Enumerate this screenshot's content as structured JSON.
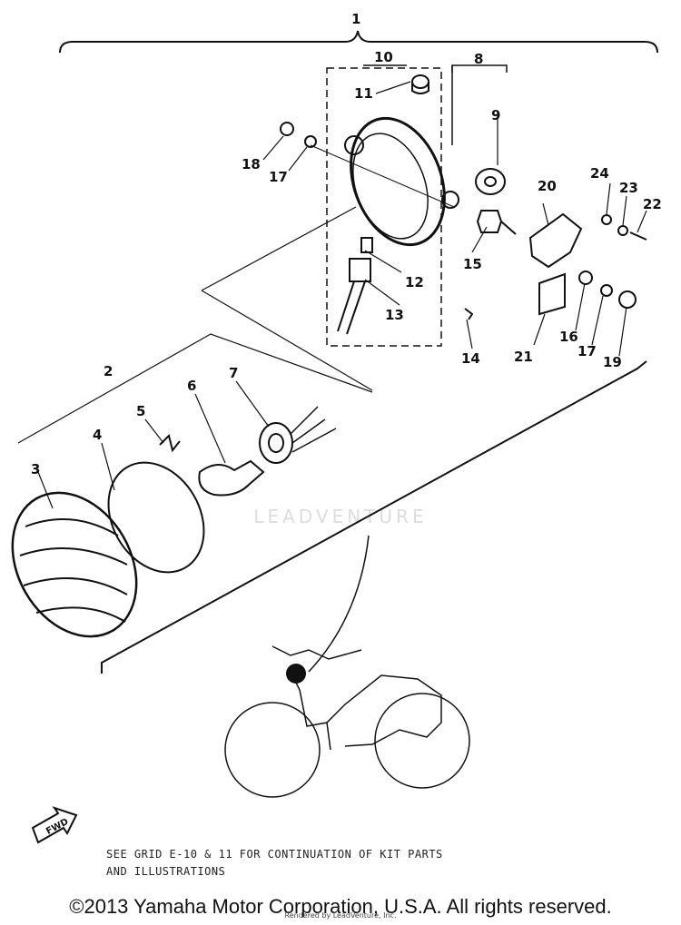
{
  "diagram": {
    "callouts": [
      "1",
      "2",
      "3",
      "4",
      "5",
      "6",
      "7",
      "8",
      "9",
      "10",
      "11",
      "12",
      "13",
      "14",
      "15",
      "16",
      "17",
      "17",
      "18",
      "19",
      "20",
      "21",
      "22",
      "23",
      "24"
    ],
    "fwd_label": "FWD",
    "note_line1": "SEE GRID E-10 & 11 FOR CONTINUATION OF KIT PARTS",
    "note_line2": "AND ILLUSTRATIONS",
    "watermark": "LEADVENTURE",
    "copyright": "©2013 Yamaha Motor Corporation, U.S.A. All rights reserved.",
    "rendered_by": "Rendered by LeadVenture, Inc."
  }
}
